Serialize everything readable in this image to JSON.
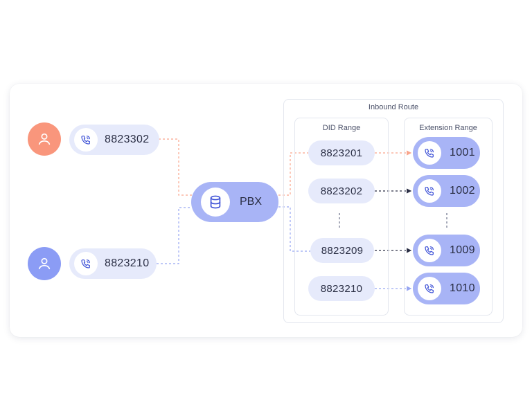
{
  "colors": {
    "caller_a": "#f9967c",
    "caller_b": "#8b9cf5",
    "pill_bg": "#e6eafb",
    "accent_bg": "#a8b4f6",
    "icon_stroke": "#3b4fd6",
    "box_border": "#e3e6ee"
  },
  "callers": [
    {
      "number": "8823302",
      "avatar_icon": "user-icon",
      "phone_icon": "phone-icon"
    },
    {
      "number": "8823210",
      "avatar_icon": "user-icon",
      "phone_icon": "phone-icon"
    }
  ],
  "pbx": {
    "label": "PBX",
    "icon": "database-icon"
  },
  "inbound_route": {
    "title": "Inbound Route",
    "did_range": {
      "title": "DID Range",
      "items": [
        "8823201",
        "8823202",
        "8823209",
        "8823210"
      ]
    },
    "extension_range": {
      "title": "Extension Range",
      "items": [
        "1001",
        "1002",
        "1009",
        "1010"
      ]
    }
  }
}
